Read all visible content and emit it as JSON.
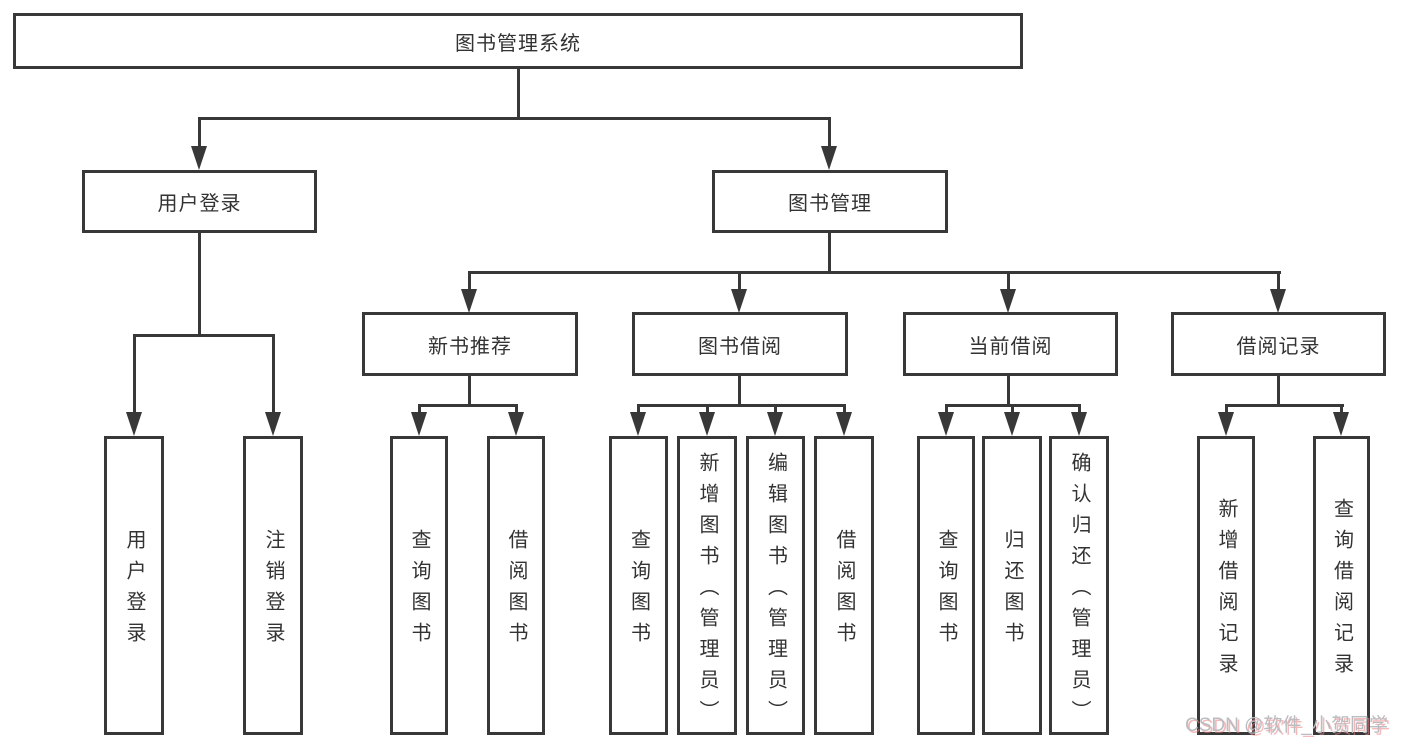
{
  "tree": {
    "root": {
      "label": "图书管理系统"
    },
    "branches": [
      {
        "label": "用户登录",
        "children": [
          {
            "label": "用户登录"
          },
          {
            "label": "注销登录"
          }
        ]
      },
      {
        "label": "图书管理",
        "groups": [
          {
            "label": "新书推荐",
            "children": [
              {
                "label": "查询图书"
              },
              {
                "label": "借阅图书"
              }
            ]
          },
          {
            "label": "图书借阅",
            "children": [
              {
                "label": "查询图书"
              },
              {
                "label": "新增图书（管理员）"
              },
              {
                "label": "编辑图书（管理员）"
              },
              {
                "label": "借阅图书"
              }
            ]
          },
          {
            "label": "当前借阅",
            "children": [
              {
                "label": "查询图书"
              },
              {
                "label": "归还图书"
              },
              {
                "label": "确认归还（管理员）"
              }
            ]
          },
          {
            "label": "借阅记录",
            "children": [
              {
                "label": "新增借阅记录"
              },
              {
                "label": "查询借阅记录"
              }
            ]
          }
        ]
      }
    ]
  },
  "watermark": {
    "text": "CSDN @软件_小贺同学"
  },
  "colors": {
    "line": "#383838",
    "text": "#333333",
    "background": "#ffffff",
    "watermark_gray": "#b9bcc1",
    "watermark_red": "#eb8080"
  }
}
